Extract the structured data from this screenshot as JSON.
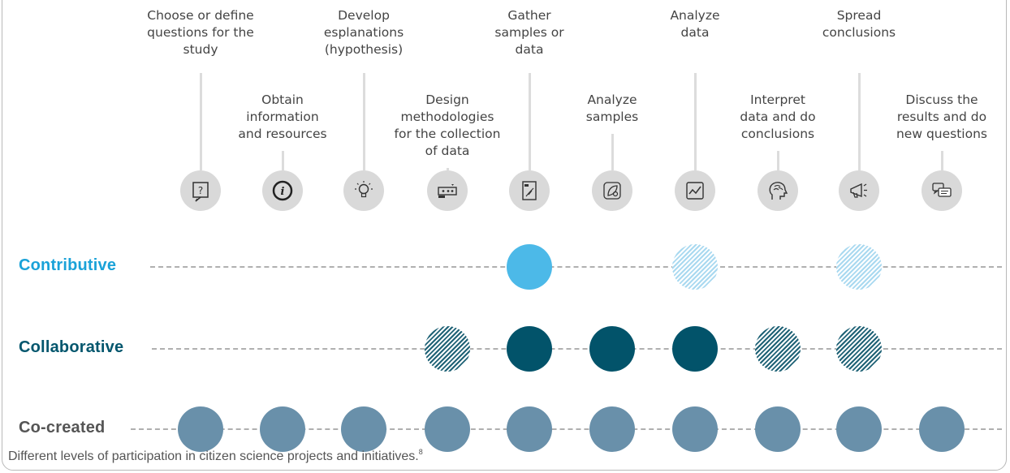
{
  "stages": [
    {
      "label": "Choose or define questions for the study",
      "lines": [
        "Choose or define",
        "questions for the",
        "study"
      ],
      "icon": "question-icon",
      "label_row": "top"
    },
    {
      "label": "Obtain information and resources",
      "lines": [
        "Obtain",
        "information",
        "and resources"
      ],
      "icon": "info-icon",
      "label_row": "mid"
    },
    {
      "label": "Develop esplanations (hypothesis)",
      "lines": [
        "Develop",
        "esplanations",
        "(hypothesis)"
      ],
      "icon": "lightbulb-icon",
      "label_row": "top"
    },
    {
      "label": "Design methodologies for the collection of data",
      "lines": [
        "Design",
        "methodologies",
        "for the collection",
        "of data"
      ],
      "icon": "methodology-icon",
      "label_row": "mid"
    },
    {
      "label": "Gather samples or data",
      "lines": [
        "Gather",
        "samples or",
        "data"
      ],
      "icon": "clipboard-icon",
      "label_row": "top"
    },
    {
      "label": "Analyze samples",
      "lines": [
        "Analyze",
        "samples"
      ],
      "icon": "leaf-sample-icon",
      "label_row": "mid"
    },
    {
      "label": "Analyze data",
      "lines": [
        "Analyze",
        "data"
      ],
      "icon": "line-chart-icon",
      "label_row": "top"
    },
    {
      "label": "Interpret data and do conclusions",
      "lines": [
        "Interpret",
        "data and do",
        "conclusions"
      ],
      "icon": "head-brain-icon",
      "label_row": "mid"
    },
    {
      "label": "Spread conclusions",
      "lines": [
        "Spread",
        "conclusions"
      ],
      "icon": "megaphone-icon",
      "label_row": "top"
    },
    {
      "label": "Discuss the results and do new questions",
      "lines": [
        "Discuss the",
        "results and do",
        "new questions"
      ],
      "icon": "chat-bubbles-icon",
      "label_row": "mid"
    }
  ],
  "levels": [
    {
      "name": "Contributive",
      "color": "#1aa2d8",
      "participation": [
        "none",
        "none",
        "none",
        "none",
        "full",
        "none",
        "partial",
        "none",
        "partial",
        "none"
      ]
    },
    {
      "name": "Collaborative",
      "color": "#03566d",
      "participation": [
        "none",
        "none",
        "none",
        "partial",
        "full",
        "full",
        "full",
        "partial",
        "partial",
        "none"
      ]
    },
    {
      "name": "Co-created",
      "color": "#555555",
      "participation": [
        "full",
        "full",
        "full",
        "full",
        "full",
        "full",
        "full",
        "full",
        "full",
        "full"
      ]
    }
  ],
  "caption": {
    "text": "Different levels of participation in citizen science projects and initiatives.",
    "footnote": "8"
  },
  "colors": {
    "contributive_full": "#4cb9e8",
    "contributive_partial": "#a9d9f0",
    "collaborative_full": "#02536a",
    "collaborative_partial": "#1f6276",
    "cocreated_full": "#6990aa",
    "icon_bg": "#d9d9d9",
    "connector": "#dcdcdc"
  }
}
